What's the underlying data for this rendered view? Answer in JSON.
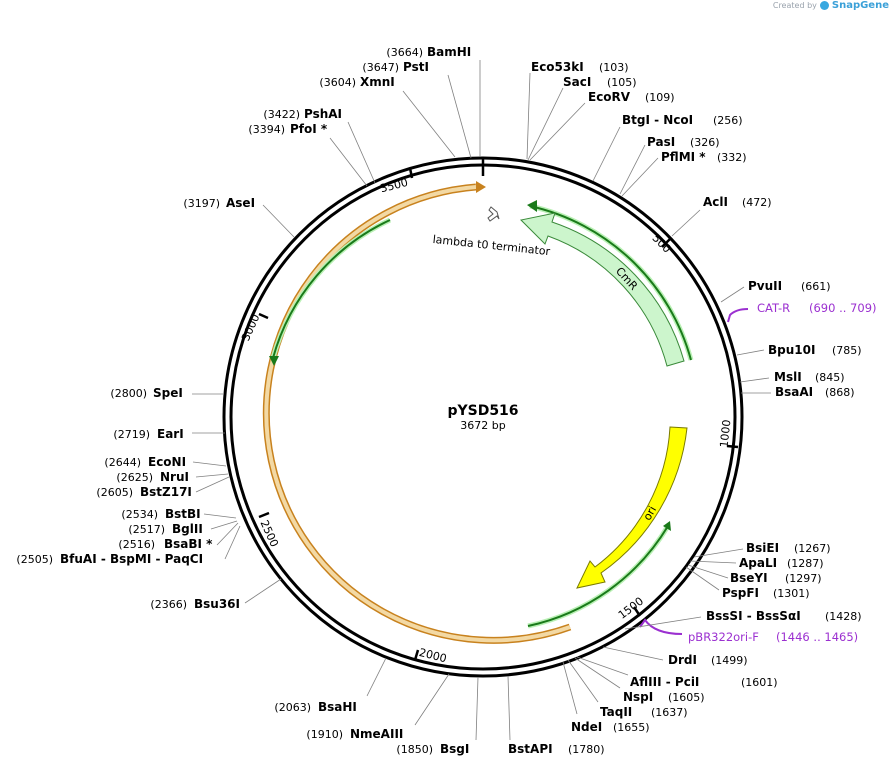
{
  "branding": {
    "prefix": "Created by",
    "app": "SnapGene"
  },
  "plasmid": {
    "name": "pYSD516",
    "length": "3672 bp"
  },
  "sites": [
    {
      "name": "BamHI",
      "pos": "(3664)"
    },
    {
      "name": "PstI",
      "pos": "(3647)"
    },
    {
      "name": "XmnI",
      "pos": "(3604)"
    },
    {
      "name": "PshAI",
      "pos": "(3422)"
    },
    {
      "name": "PfoI *",
      "pos": "(3394)"
    },
    {
      "name": "AseI",
      "pos": "(3197)"
    },
    {
      "name": "SpeI",
      "pos": "(2800)"
    },
    {
      "name": "EarI",
      "pos": "(2719)"
    },
    {
      "name": "EcoNI",
      "pos": "(2644)"
    },
    {
      "name": "NruI",
      "pos": "(2625)"
    },
    {
      "name": "BstZ17I",
      "pos": "(2605)"
    },
    {
      "name": "BstBI",
      "pos": "(2534)"
    },
    {
      "name": "BglII",
      "pos": "(2517)"
    },
    {
      "name": "BsaBI *",
      "pos": "(2516)"
    },
    {
      "name": "BfuAI - BspMI - PaqCI",
      "pos": "(2505)"
    },
    {
      "name": "Bsu36I",
      "pos": "(2366)"
    },
    {
      "name": "BsaHI",
      "pos": "(2063)"
    },
    {
      "name": "NmeAIII",
      "pos": "(1910)"
    },
    {
      "name": "BsgI",
      "pos": "(1850)"
    },
    {
      "name": "BstAPI",
      "pos": "(1780)"
    },
    {
      "name": "NdeI",
      "pos": "(1655)"
    },
    {
      "name": "TaqII",
      "pos": "(1637)"
    },
    {
      "name": "NspI",
      "pos": "(1605)"
    },
    {
      "name": "AflIII - PciI",
      "pos": "(1601)"
    },
    {
      "name": "DrdI",
      "pos": "(1499)"
    },
    {
      "name": "BssSI - BssSαI",
      "pos": "(1428)"
    },
    {
      "name": "PspFI",
      "pos": "(1301)"
    },
    {
      "name": "BseYI",
      "pos": "(1297)"
    },
    {
      "name": "ApaLI",
      "pos": "(1287)"
    },
    {
      "name": "BsiEI",
      "pos": "(1267)"
    },
    {
      "name": "BsaAI",
      "pos": "(868)"
    },
    {
      "name": "MslI",
      "pos": "(845)"
    },
    {
      "name": "Bpu10I",
      "pos": "(785)"
    },
    {
      "name": "PvuII",
      "pos": "(661)"
    },
    {
      "name": "AclI",
      "pos": "(472)"
    },
    {
      "name": "PflMI *",
      "pos": "(332)"
    },
    {
      "name": "PasI",
      "pos": "(326)"
    },
    {
      "name": "BtgI - NcoI",
      "pos": "(256)"
    },
    {
      "name": "EcoRV",
      "pos": "(109)"
    },
    {
      "name": "SacI",
      "pos": "(105)"
    },
    {
      "name": "Eco53kI",
      "pos": "(103)"
    }
  ],
  "primers": [
    {
      "name": "CAT-R",
      "range": "(690 .. 709)"
    },
    {
      "name": "pBR322ori-F",
      "range": "(1446 .. 1465)"
    }
  ],
  "ticks": [
    "500",
    "1000",
    "1500",
    "2000",
    "2500",
    "3000",
    "3500"
  ],
  "features": [
    {
      "name": "CmR",
      "color": "#ccf5cc"
    },
    {
      "name": "ori",
      "color": "#ffff00"
    },
    {
      "name": "lambda t0 terminator",
      "color": "#ffffff"
    }
  ],
  "colors": {
    "primer": "#9b30d0",
    "orf_outline": "#c8821e",
    "orf_fill": "#f3d9a4",
    "orf_arrow": "#1a7a1a",
    "highlight": "#b9f0b4"
  }
}
